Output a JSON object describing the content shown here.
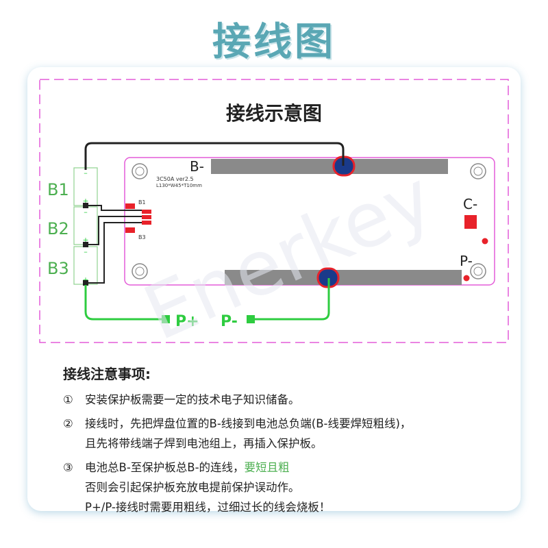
{
  "title": "接线图",
  "diagram": {
    "heading": "接线示意图",
    "watermark": "Enerkey",
    "cells": [
      "B1",
      "B2",
      "B3"
    ],
    "cell_minus": "–",
    "cell_plus": "+",
    "board_text": [
      "3C50A ver2.5",
      "L130*W45*T10mm"
    ],
    "connector_labels": [
      "B1",
      "B3"
    ],
    "terminals": {
      "b_minus": "B-",
      "c_minus": "C-",
      "p_minus": "P-"
    },
    "outputs": {
      "p_plus": "P+",
      "p_minus": "P-"
    },
    "colors": {
      "accent": "#5aa7b4",
      "wire_black": "#222222",
      "wire_green": "#2ecc40",
      "dash_border": "#e45bd8",
      "pad_red": "#e8222a"
    }
  },
  "notes": {
    "heading": "接线注意事项:",
    "items": [
      {
        "num": "①",
        "lines": [
          {
            "text": "安装保护板需要一定的技术电子知识储备。"
          }
        ]
      },
      {
        "num": "②",
        "lines": [
          {
            "text": "接线时，先把焊盘位置的B-线接到电池总负端(B-线要焊短粗线)，"
          },
          {
            "text": "且先将带线端子焊到电池组上，再插入保护板。"
          }
        ]
      },
      {
        "num": "③",
        "lines": [
          {
            "text": "电池总B-至保护板总B-的连线，",
            "highlight": "要短且粗"
          },
          {
            "text": "否则会引起保护板充放电提前保护误动作。"
          },
          {
            "text": "P+/P-接线时需要用粗线，过细过长的线会烧板！"
          }
        ]
      }
    ]
  }
}
